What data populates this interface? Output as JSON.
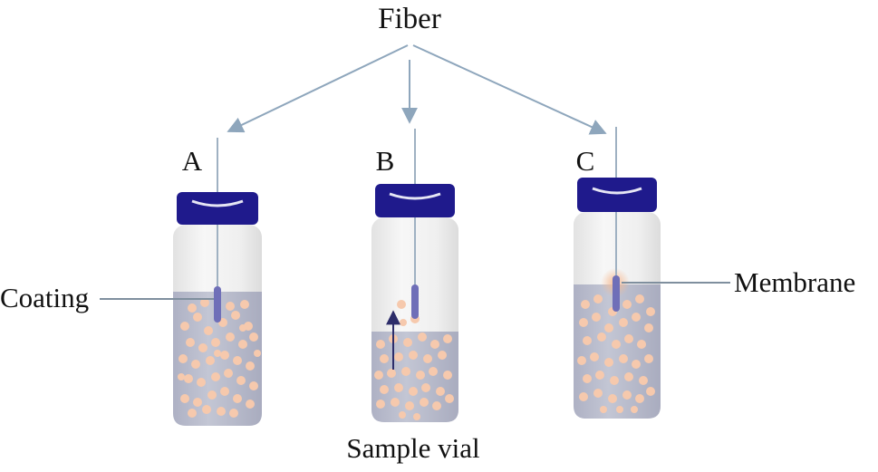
{
  "labels": {
    "fiber": "Fiber",
    "a": "A",
    "b": "B",
    "c": "C",
    "coating": "Coating",
    "membrane": "Membrane",
    "sample_vial": "Sample vial"
  },
  "colors": {
    "cap": "#1f1a8c",
    "cap_shine": "#e6e6f4",
    "glass": "#efefef",
    "liquid": "#b9bccc",
    "particle": "#f6c9ad",
    "fiber_rod": "#6f6fb8",
    "arrow": "#8ea6bc",
    "line": "#7f8f9e"
  },
  "icons": [
    "vial-icon",
    "fiber-needle-icon",
    "particle-icon",
    "arrow-icon"
  ]
}
